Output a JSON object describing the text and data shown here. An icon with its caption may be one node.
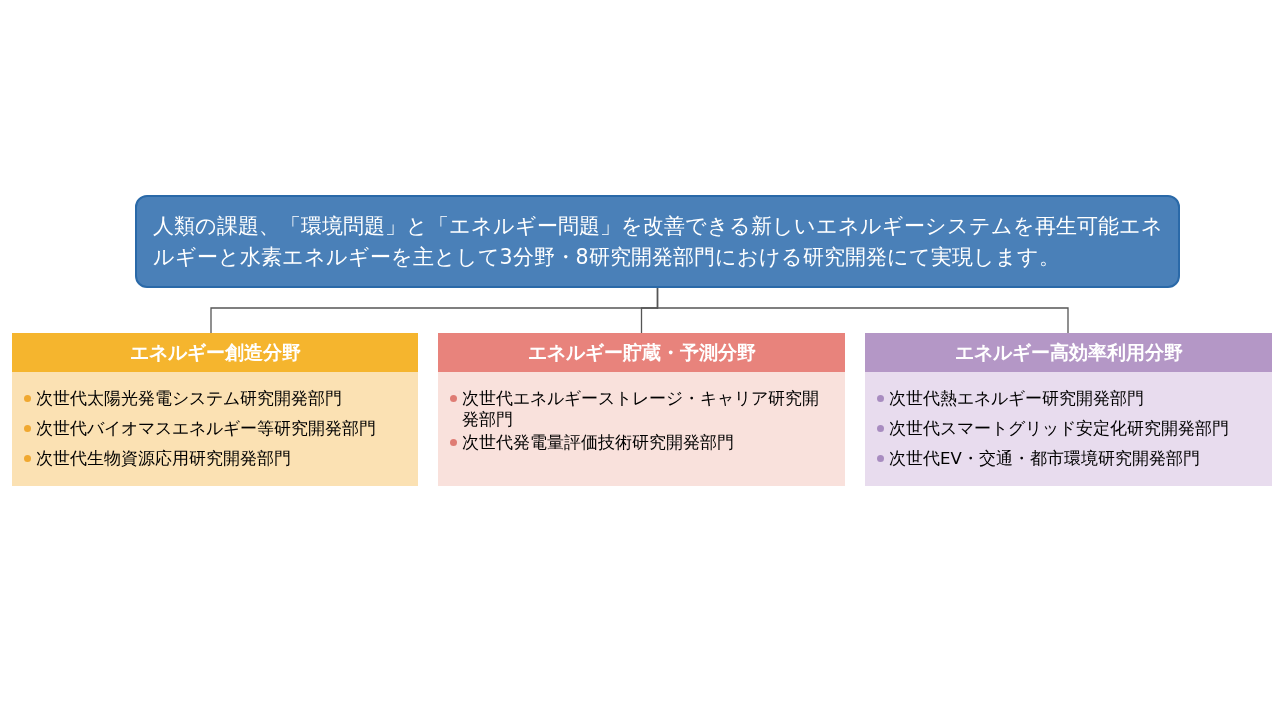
{
  "diagram": {
    "nodes": [
      {
        "text": [
          "人類の課題、「環境問題」と「エネルギー問題」を改善できる新しいエネルギーシステムを再生可能エネルギーと水素エネルギーを主として3分野・8研究開発部門における研究開発にて実現します。"
        ]
      },
      {
        "text": [
          "エネルギー創造分野",
          "次世代太陽光発電システム研究開発部門",
          "次世代バイオマスエネルギー等研究開発部門",
          "次世代生物資源応用研究開発部門"
        ]
      },
      {
        "text": [
          "エネルギー貯蔵・予測分野",
          "次世代エネルギーストレージ・キャリア研究開発部門",
          "次世代発電量評価技術研究開発部門"
        ]
      },
      {
        "text": [
          "エネルギー高効率利用分野",
          "次世代熱エネルギー研究開発部門",
          "次世代スマートグリッド安定化研究開発部門",
          "次世代EV・交通・都市環境研究開発部門"
        ]
      }
    ],
    "edges": [
      {
        "from": 0,
        "to": 1,
        "arrow": "none"
      },
      {
        "from": 0,
        "to": 2,
        "arrow": "none"
      },
      {
        "from": 0,
        "to": 3,
        "arrow": "none"
      }
    ]
  }
}
